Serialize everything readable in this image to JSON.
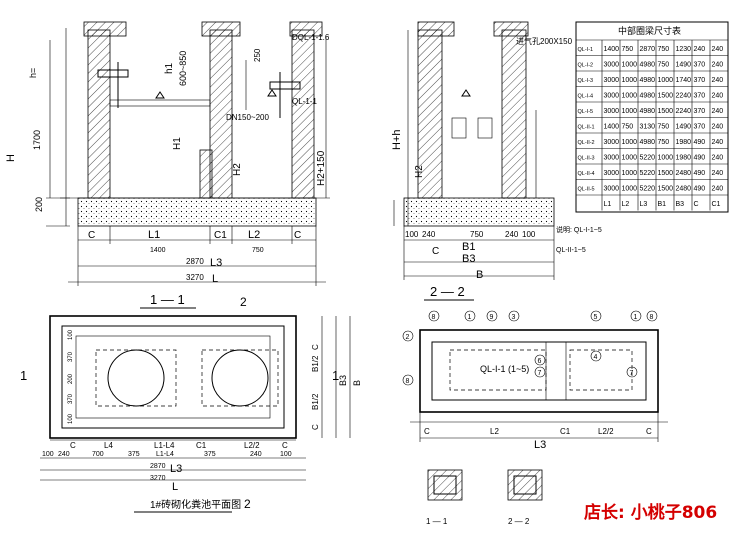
{
  "title_1_1": "1 — 1",
  "title_2_2": "2 — 2",
  "plan_title": "1#砖砌化粪池平面图",
  "sec_labels": {
    "s1": "1",
    "s2": "2"
  },
  "small_titles": {
    "a": "1 — 1",
    "b": "2 — 2"
  },
  "sec11": {
    "top_labels": [
      "DQL-1-1.6",
      "250",
      "h1",
      "600~850",
      "h=",
      "QL-1-1",
      "DN150~200",
      "H1",
      "H2",
      "H2+150",
      "H",
      "1700",
      "200"
    ],
    "bottom_dims": {
      "c_left": "C",
      "l1": "L1",
      "c1": "C1",
      "l2": "L2",
      "c_right": "C",
      "w1": "1400",
      "w2": "750",
      "l3": "2870",
      "l3_label": "L3",
      "l_total": "3270",
      "l_label": "L"
    }
  },
  "sec22": {
    "labels": [
      "进气孔200X150",
      "H+h",
      "H2"
    ],
    "dims": {
      "d1": "100",
      "d2": "240",
      "d3": "750",
      "d4": "240",
      "d5": "100",
      "c": "C",
      "b1": "B1",
      "b3": "B3",
      "b": "B"
    }
  },
  "table": {
    "title": "中部圈梁尺寸表",
    "headers": [
      "",
      "L1",
      "L2",
      "L3",
      "B1",
      "B3",
      "C",
      "C1"
    ],
    "rows": [
      [
        "QL-I-1",
        "1400",
        "750",
        "2870",
        "750",
        "1230",
        "240",
        "240"
      ],
      [
        "QL-I-2",
        "3000",
        "1000",
        "4980",
        "750",
        "1490",
        "370",
        "240"
      ],
      [
        "QL-I-3",
        "3000",
        "1000",
        "4980",
        "1000",
        "1740",
        "370",
        "240"
      ],
      [
        "QL-I-4",
        "3000",
        "1000",
        "4980",
        "1500",
        "2240",
        "370",
        "240"
      ],
      [
        "QL-I-5",
        "3000",
        "1000",
        "4980",
        "1500",
        "2240",
        "370",
        "240"
      ],
      [
        "QL-II-1",
        "1400",
        "750",
        "3130",
        "750",
        "1490",
        "370",
        "240"
      ],
      [
        "QL-II-2",
        "3000",
        "1000",
        "4980",
        "750",
        "1980",
        "490",
        "240"
      ],
      [
        "QL-II-3",
        "3000",
        "1000",
        "5220",
        "1000",
        "1980",
        "490",
        "240"
      ],
      [
        "QL-II-4",
        "3000",
        "1000",
        "5220",
        "1500",
        "2480",
        "490",
        "240"
      ],
      [
        "QL-II-5",
        "3000",
        "1000",
        "5220",
        "1500",
        "2480",
        "490",
        "240"
      ]
    ]
  },
  "note": [
    "说明: QL-I-1~5",
    "QL-II-1~5"
  ],
  "plan": {
    "dims_bottom": [
      "100",
      "240",
      "700",
      "375",
      "L1-L4",
      "375",
      "240",
      "100"
    ],
    "letters": [
      "C",
      "L4",
      "L1-L4",
      "C1",
      "L2/2",
      "C"
    ],
    "l3": "2870",
    "l3_label": "L3",
    "l_total": "3270",
    "l_label": "L",
    "side": [
      "C",
      "B1/2",
      "B1/2",
      "C",
      "B3",
      "B"
    ],
    "mid_dims": [
      "100",
      "370",
      "200",
      "370",
      "100"
    ]
  },
  "beam": {
    "label": "QL-I-1 (1~5)",
    "l3": "L3",
    "circles": [
      "8",
      "1",
      "9",
      "3",
      "5",
      "1",
      "8",
      "2",
      "6",
      "7",
      "4",
      "7",
      "8"
    ],
    "dims": [
      "C",
      "L2",
      "C1",
      "L2/2",
      "C"
    ]
  },
  "watermark": "店长: 小桃子806",
  "colors": {
    "watermark": "#d40000",
    "line": "#000000"
  }
}
